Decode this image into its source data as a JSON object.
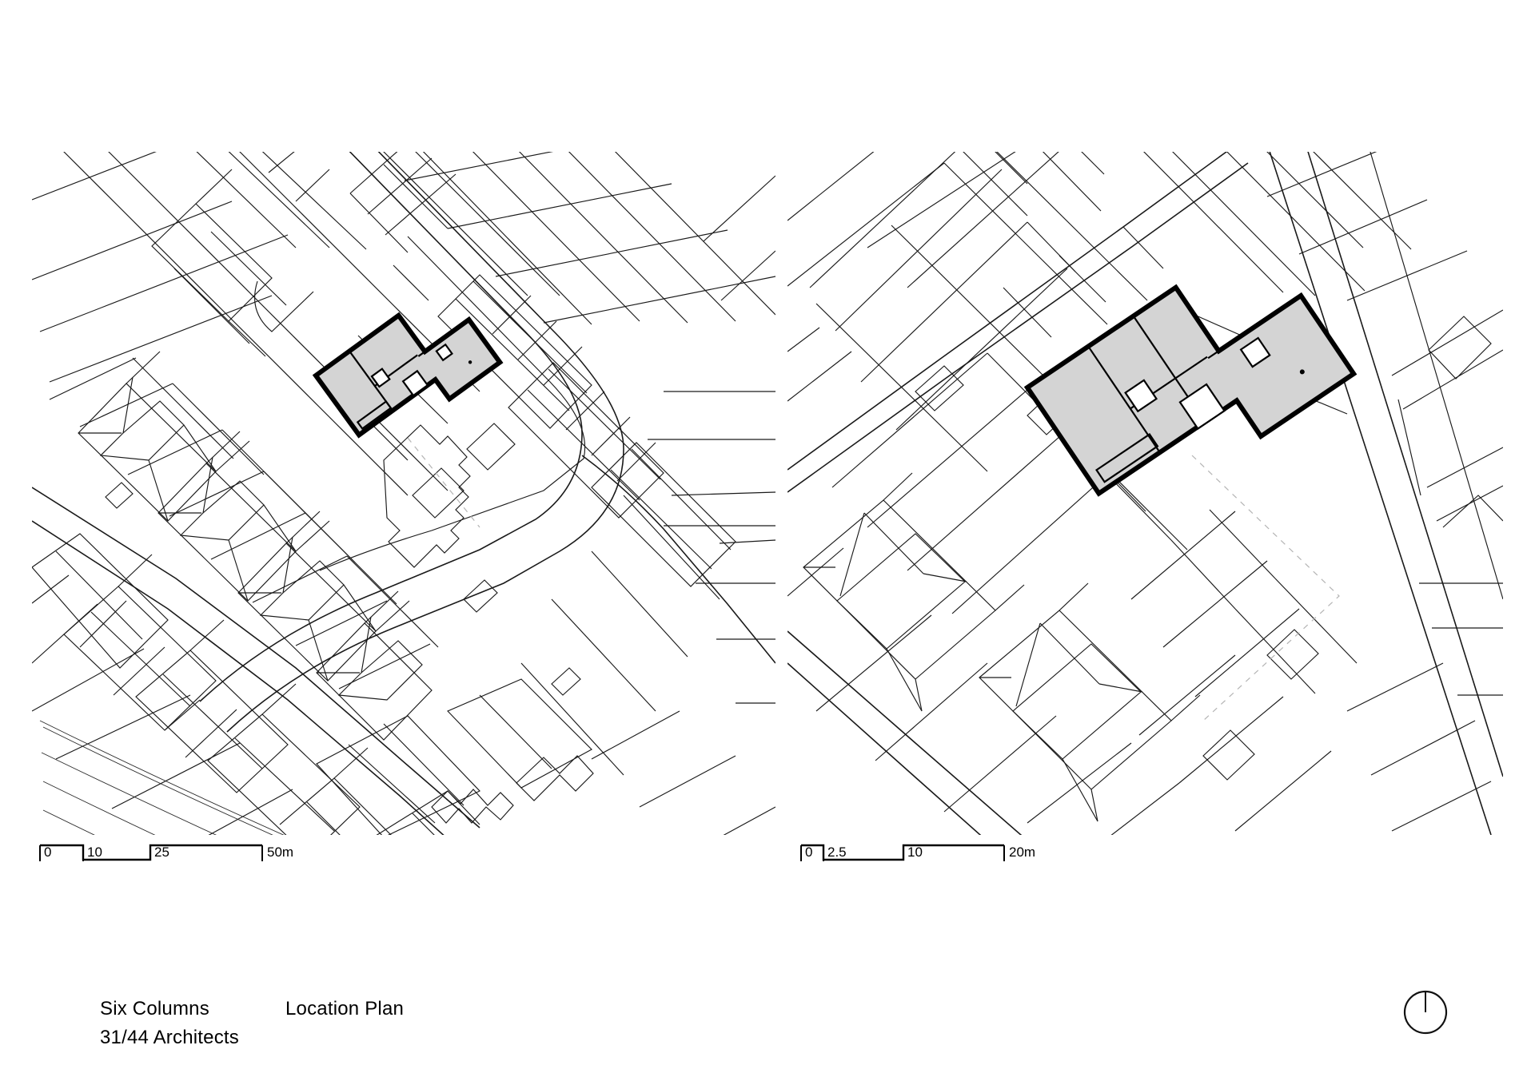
{
  "sheet": {
    "background_color": "#ffffff",
    "ink_color": "#000000"
  },
  "title_block": {
    "project_name": "Six Columns",
    "practice_name": "31/44 Architects",
    "drawing_title": "Location Plan"
  },
  "north_point": {
    "icon": "north-point-icon",
    "description": "circle with vertical needle to north"
  },
  "scale_bars": [
    {
      "id": "scale-bar-left",
      "for_panel": "map-left",
      "unit_suffix": "m",
      "ticks": [
        "0",
        "10",
        "25",
        "50m"
      ],
      "tick_values": [
        0,
        10,
        25,
        50
      ],
      "max_value": 50
    },
    {
      "id": "scale-bar-right",
      "for_panel": "map-right",
      "unit_suffix": "m",
      "ticks": [
        "0",
        "2.5",
        "10",
        "20m"
      ],
      "tick_values": [
        0,
        2.5,
        10,
        20
      ],
      "max_value": 20
    }
  ],
  "maps": {
    "left": {
      "name": "location-plan-wide",
      "scale_label": "50m",
      "site_building": {
        "name": "six-columns-building",
        "fill_color": "#d4d4d4",
        "outline_color": "#000000",
        "highlighted": true
      },
      "features": [
        "terraced-houses",
        "semi-detached-hipped-roof-houses",
        "plot-boundaries",
        "main-road",
        "curved-road-bend",
        "railway-tracks",
        "rear-gardens"
      ]
    },
    "right": {
      "name": "location-plan-detail",
      "scale_label": "20m",
      "site_building": {
        "name": "six-columns-building",
        "fill_color": "#d4d4d4",
        "outline_color": "#000000",
        "highlighted": true,
        "courtyards": 3
      },
      "features": [
        "plot-boundaries",
        "semi-detached-hipped-roof-houses",
        "diagonal-main-road",
        "dashed-site-boundary",
        "rear-gardens",
        "outbuildings"
      ]
    }
  }
}
